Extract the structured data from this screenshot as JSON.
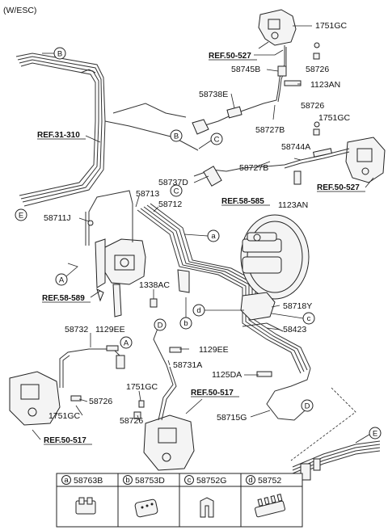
{
  "header": {
    "variant": "(W/ESC)"
  },
  "labels": {
    "p1751GC_top": "1751GC",
    "p58726_top": "58726",
    "p58745B": "58745B",
    "p1123AN_top": "1123AN",
    "p58738E": "58738E",
    "p58727B_top": "58727B",
    "p58726_mid": "58726",
    "p1751GC_mid": "1751GC",
    "p58744A": "58744A",
    "p58737D": "58737D",
    "p58727B_mid": "58727B",
    "p1123AN_mid": "1123AN",
    "p58713": "58713",
    "p58712": "58712",
    "p58711J": "58711J",
    "p1338AC": "1338AC",
    "p58718Y": "58718Y",
    "p58423": "58423",
    "p58732": "58732",
    "p1129EE_l": "1129EE",
    "p1129EE_r": "1129EE",
    "p58731A": "58731A",
    "p1125DA": "1125DA",
    "p1751GC_low": "1751GC",
    "p58726_low_l": "58726",
    "p1751GC_low_l": "1751GC",
    "p58726_low_c": "58726",
    "p58715G": "58715G"
  },
  "refs": {
    "ref50527_top": "REF.50-527",
    "ref31310": "REF.31-310",
    "ref50527_right": "REF.50-527",
    "ref58585": "REF.58-585",
    "ref58589": "REF.58-589",
    "ref50517_center": "REF.50-517",
    "ref50517_left": "REF.50-517"
  },
  "callouts": {
    "B1": "B",
    "B2": "B",
    "C1": "C",
    "C2": "C",
    "E1": "E",
    "E2": "E",
    "A1": "A",
    "A2": "A",
    "D1": "D",
    "D2": "D",
    "a1": "a",
    "b1": "b",
    "c1": "c",
    "d1": "d"
  },
  "legend": [
    {
      "letter": "a",
      "code": "58763B"
    },
    {
      "letter": "b",
      "code": "58753D"
    },
    {
      "letter": "c",
      "code": "58752G"
    },
    {
      "letter": "d",
      "code": "58752"
    }
  ]
}
